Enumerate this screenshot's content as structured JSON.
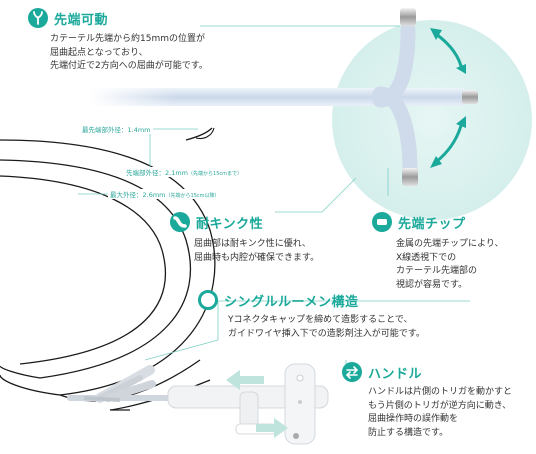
{
  "features": {
    "tip_steer": {
      "title": "先端可動",
      "lines": [
        "カテーテル先端から約15mmの位置が",
        "屈曲起点となっており、",
        "先端付近で2方向への屈曲が可能です。"
      ]
    },
    "kink": {
      "title": "耐キンク性",
      "lines": [
        "屈曲部は耐キンク性に優れ、",
        "屈曲時も内腔が確保できます。"
      ]
    },
    "tip_metal": {
      "title": "先端チップ",
      "lines": [
        "金属の先端チップにより、",
        "X線透視下での",
        "カテーテル先端部の",
        "視認が容易です。"
      ]
    },
    "lumen": {
      "title": "シングルルーメン構造",
      "lines": [
        "Yコネクタキャップを締めて造影することで、",
        "ガイドワイヤ挿入下での造影剤注入が可能です。"
      ]
    },
    "handle": {
      "title": "ハンドル",
      "lines": [
        "ハンドルは片側のトリガを動かすと",
        "もう片側のトリガが逆方向に動き、",
        "屈曲操作時の誤作動を",
        "防止する構造です。"
      ]
    }
  },
  "dimensions": {
    "tip_od": "最先端部外径：1.4mm",
    "tip_od2": "先端部外径：2.1mm",
    "tip_od2_note": "（先端から15cmまで）",
    "max_od": "最大外径：2.6mm",
    "max_od_note": "（先端から15cm以降）"
  },
  "colors": {
    "accent": "#1aa99a",
    "zoom": "#d8f0ee",
    "catheter": "#c9d7e8"
  }
}
